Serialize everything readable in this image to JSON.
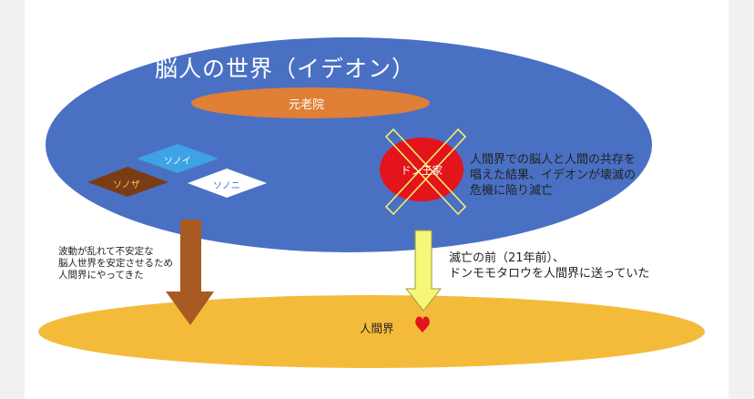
{
  "diagram": {
    "world_title": "脳人の世界（イデオン）",
    "council_label": "元老院",
    "clans": {
      "sonoi": "ソノイ",
      "sonoza": "ソノザ",
      "sononi": "ソノニ",
      "don_royal": "ドン王家"
    },
    "fall_note": [
      "人間界での脳人と人間の共存を",
      "唱えた結果、イデオンが壊滅の",
      "危機に陥り滅亡"
    ],
    "arrival_note": [
      "波動が乱れて不安定な",
      "脳人世界を安定させるため",
      "人間界にやってきた"
    ],
    "sent_note": [
      "滅亡の前（21年前）、",
      "ドンモモタロウを人間界に送っていた"
    ],
    "human_world_label": "人間界",
    "colors": {
      "world_blue": "#4a70c4",
      "council_orange": "#e07f35",
      "human_yellow": "#f4bb3a",
      "don_red": "#e3141c",
      "cross_yellow": "#f3ef6a",
      "arrow_brown": "#a95a22",
      "arrow_lightyellow": "#f6f679",
      "sonoi_blue": "#3ea3e5",
      "sonoza_brown": "#7a3d13",
      "sononi_white": "#ffffff",
      "heart_red": "#e3141c"
    }
  }
}
